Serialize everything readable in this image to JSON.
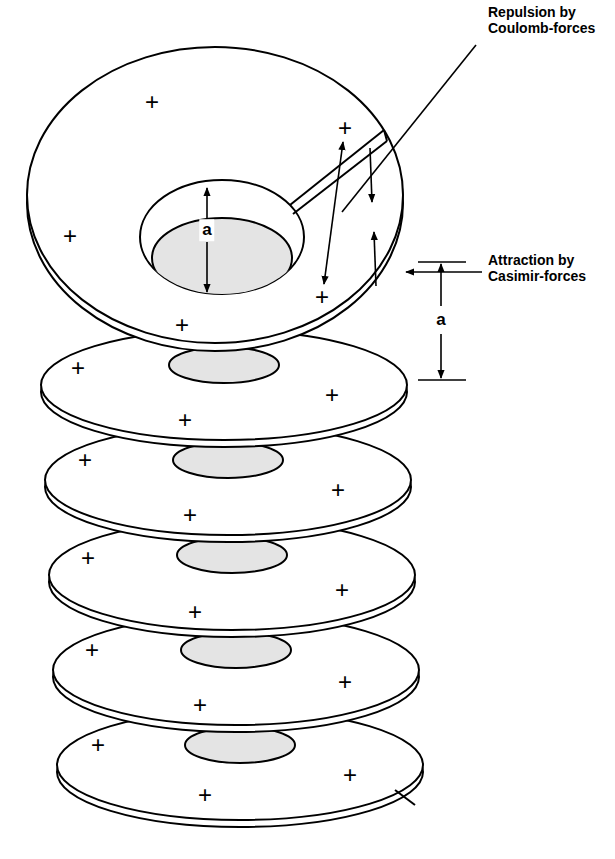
{
  "diagram": {
    "labels": [
      "Repulsion by Coulomb-forces",
      "Attraction by Casimir-forces",
      "a",
      "a",
      "+",
      "+",
      "+",
      "+",
      "+",
      "+",
      "+",
      "+",
      "+",
      "+",
      "+",
      "+",
      "+",
      "+",
      "+",
      "+",
      "+",
      "+",
      "+",
      "+"
    ]
  }
}
